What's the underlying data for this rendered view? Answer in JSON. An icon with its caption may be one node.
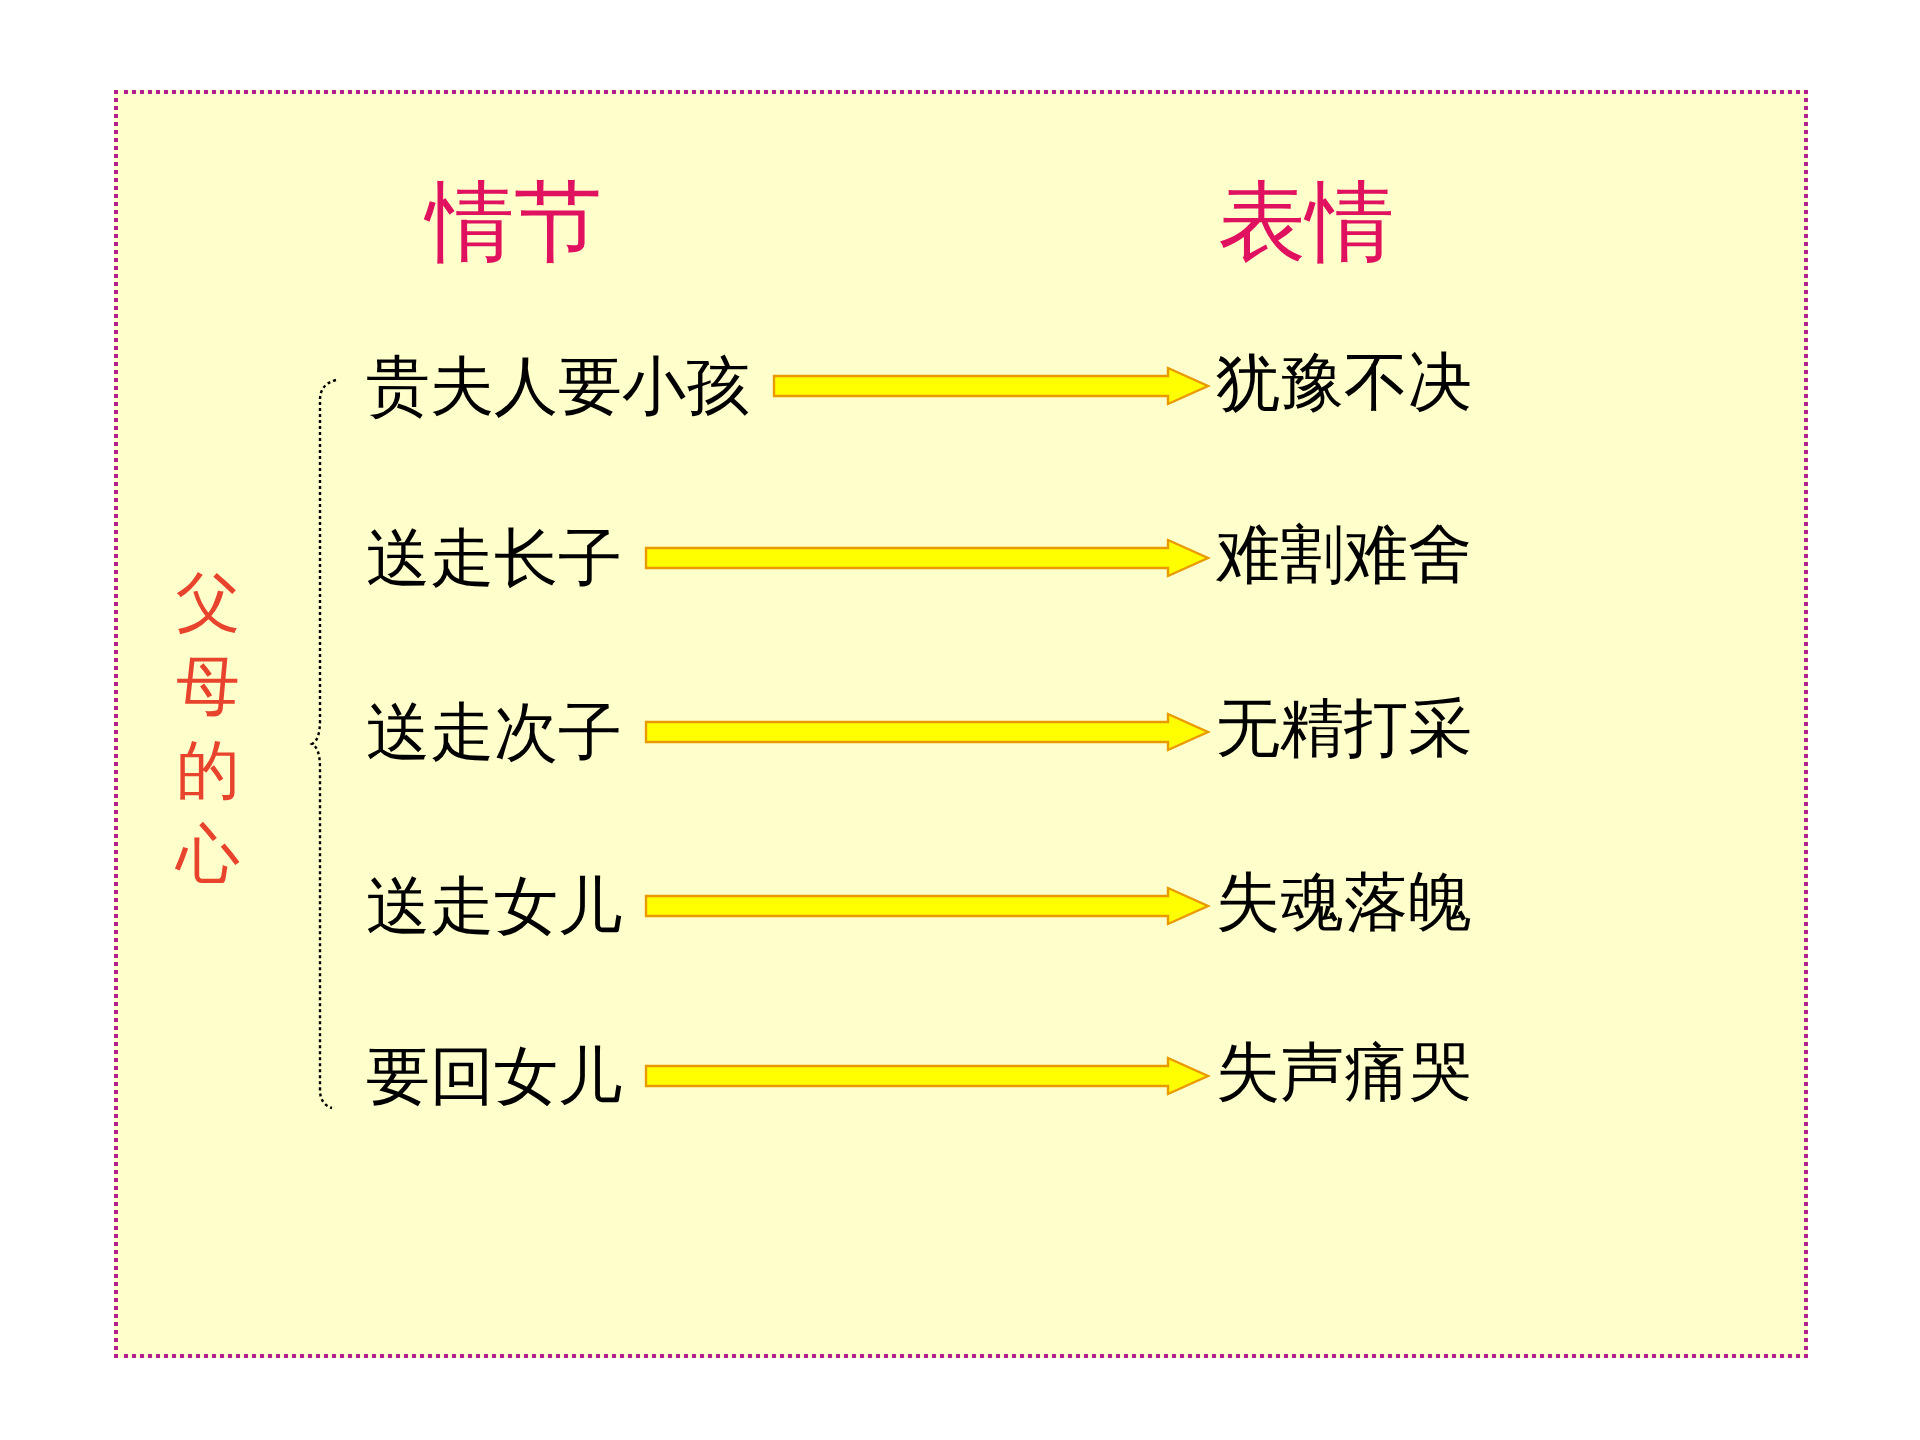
{
  "diagram": {
    "nodes": [
      {
        "text": [
          "贵夫人要小孩"
        ]
      },
      {
        "text": [
          "送走长子"
        ]
      },
      {
        "text": [
          "送走次子"
        ]
      },
      {
        "text": [
          "送走女儿"
        ]
      },
      {
        "text": [
          "要回女儿"
        ]
      },
      {
        "text": [
          "犹豫不决"
        ]
      },
      {
        "text": [
          "难割难舍"
        ]
      },
      {
        "text": [
          "无精打采"
        ]
      },
      {
        "text": [
          "失魂落魄"
        ]
      },
      {
        "text": [
          "失声痛哭"
        ]
      }
    ],
    "edges": [
      {
        "from": 0,
        "to": 5,
        "arrow": "to"
      },
      {
        "from": 1,
        "to": 6,
        "arrow": "to"
      },
      {
        "from": 2,
        "to": 7,
        "arrow": "to"
      },
      {
        "from": 3,
        "to": 8,
        "arrow": "to"
      },
      {
        "from": 4,
        "to": 9,
        "arrow": "to"
      }
    ],
    "labels": [
      "情节",
      "表情",
      "父母的心"
    ]
  }
}
